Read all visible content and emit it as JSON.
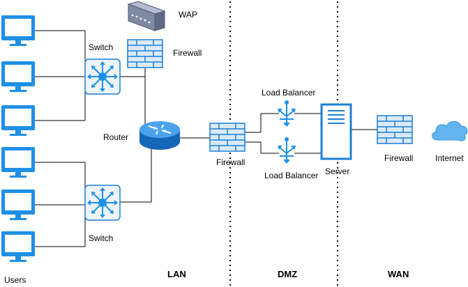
{
  "labels": {
    "wap": "WAP",
    "firewall_top": "Firewall",
    "switch_top": "Switch",
    "router": "Router",
    "switch_bottom": "Switch",
    "users": "Users",
    "firewall_mid": "Firewall",
    "load_balancer_top": "Load Balancer",
    "load_balancer_bottom": "Load Balancer",
    "server": "Server",
    "firewall_right": "Firewall",
    "internet": "Internet"
  },
  "zones": {
    "lan": "LAN",
    "dmz": "DMZ",
    "wan": "WAN"
  },
  "icons": {
    "monitor": "monitor-icon",
    "switch": "switch-icon",
    "router": "router-icon",
    "firewall": "firewall-icon",
    "wap": "wireless-access-point-icon",
    "load_balancer": "load-balancer-icon",
    "server": "server-icon",
    "cloud": "cloud-icon"
  },
  "colors": {
    "device_blue": "#1e90e6",
    "firewall_fill": "#dbeaf8",
    "firewall_stroke": "#1b7fd4",
    "switch_fill": "#eef4fb",
    "cloud": "#62b4f0",
    "wap_body": "#7f8aa3"
  }
}
